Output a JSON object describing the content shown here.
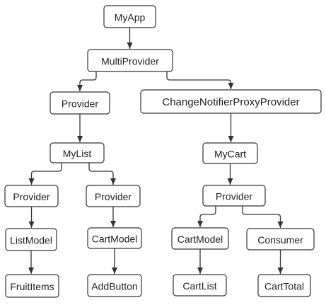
{
  "nodes": [
    {
      "id": "myapp",
      "label": "MyApp"
    },
    {
      "id": "multiprovider",
      "label": "MultiProvider"
    },
    {
      "id": "provider1",
      "label": "Provider"
    },
    {
      "id": "proxyprovider",
      "label": "ChangeNotifierProxyProvider"
    },
    {
      "id": "mylist",
      "label": "MyList"
    },
    {
      "id": "mycart",
      "label": "MyCart"
    },
    {
      "id": "provider2",
      "label": "Provider"
    },
    {
      "id": "provider3",
      "label": "Provider"
    },
    {
      "id": "provider4",
      "label": "Provider"
    },
    {
      "id": "listmodel",
      "label": "ListModel"
    },
    {
      "id": "cartmodel1",
      "label": "CartModel"
    },
    {
      "id": "cartmodel2",
      "label": "CartModel"
    },
    {
      "id": "consumer",
      "label": "Consumer"
    },
    {
      "id": "fruititems",
      "label": "FruitItems"
    },
    {
      "id": "addbutton",
      "label": "AddButton"
    },
    {
      "id": "cartlist",
      "label": "CartList"
    },
    {
      "id": "carttotal",
      "label": "CartTotal"
    }
  ],
  "edges": [
    {
      "from": "myapp",
      "to": "multiprovider"
    },
    {
      "from": "multiprovider",
      "to": "provider1"
    },
    {
      "from": "multiprovider",
      "to": "proxyprovider"
    },
    {
      "from": "provider1",
      "to": "mylist"
    },
    {
      "from": "proxyprovider",
      "to": "mycart"
    },
    {
      "from": "mylist",
      "to": "provider2"
    },
    {
      "from": "mylist",
      "to": "provider3"
    },
    {
      "from": "mycart",
      "to": "provider4"
    },
    {
      "from": "provider2",
      "to": "listmodel"
    },
    {
      "from": "provider3",
      "to": "cartmodel1"
    },
    {
      "from": "provider4",
      "to": "cartmodel2"
    },
    {
      "from": "provider4",
      "to": "consumer"
    },
    {
      "from": "listmodel",
      "to": "fruititems"
    },
    {
      "from": "cartmodel1",
      "to": "addbutton"
    },
    {
      "from": "cartmodel2",
      "to": "cartlist"
    },
    {
      "from": "consumer",
      "to": "carttotal"
    }
  ]
}
